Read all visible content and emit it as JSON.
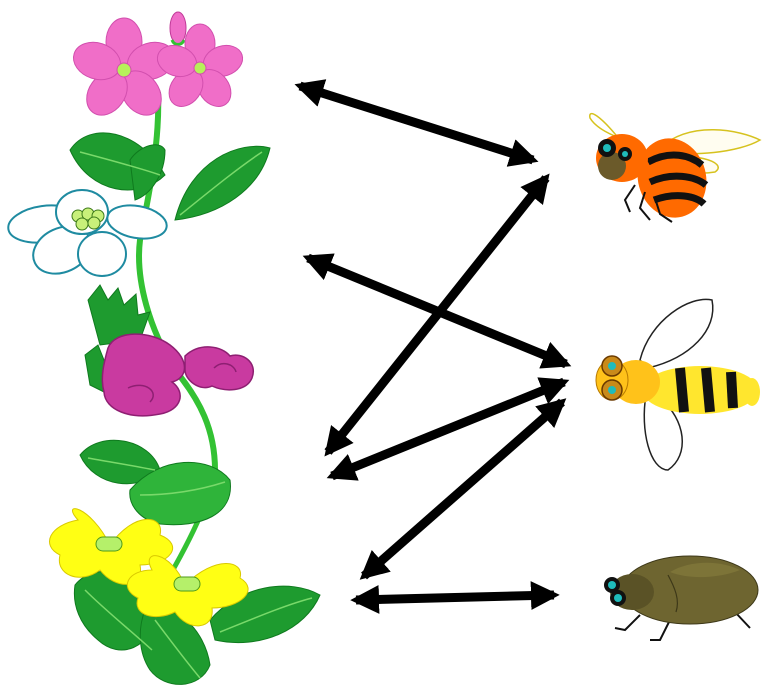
{
  "diagram": {
    "plants": [
      {
        "id": "pink-primrose",
        "icon": "pink-flower-icon"
      },
      {
        "id": "white-flower",
        "icon": "white-flower-icon"
      },
      {
        "id": "magenta-pea-flower",
        "icon": "magenta-flower-icon"
      },
      {
        "id": "yellow-flower",
        "icon": "yellow-flower-icon"
      }
    ],
    "insects": [
      {
        "id": "orange-bumblebee",
        "icon": "orange-bee-icon"
      },
      {
        "id": "yellow-bee",
        "icon": "yellow-bee-icon"
      },
      {
        "id": "brown-beetle",
        "icon": "beetle-icon"
      }
    ],
    "links": [
      {
        "plant": "pink-primrose",
        "insect": "orange-bumblebee"
      },
      {
        "plant": "white-flower",
        "insect": "yellow-bee"
      },
      {
        "plant": "magenta-pea-flower",
        "insect": "orange-bumblebee"
      },
      {
        "plant": "magenta-pea-flower",
        "insect": "yellow-bee"
      },
      {
        "plant": "yellow-flower",
        "insect": "yellow-bee"
      },
      {
        "plant": "yellow-flower",
        "insect": "brown-beetle"
      }
    ],
    "colors": {
      "arrow": "#000000",
      "leaf": "#1e9b2f",
      "stem": "#33c233",
      "pink_flower": "#f06ec8",
      "magenta_flower": "#c93aa0",
      "yellow_flower": "#ffff14",
      "orange_bee": "#ff6a00",
      "yellow_bee": "#ffe62e",
      "beetle": "#6e6530"
    }
  }
}
